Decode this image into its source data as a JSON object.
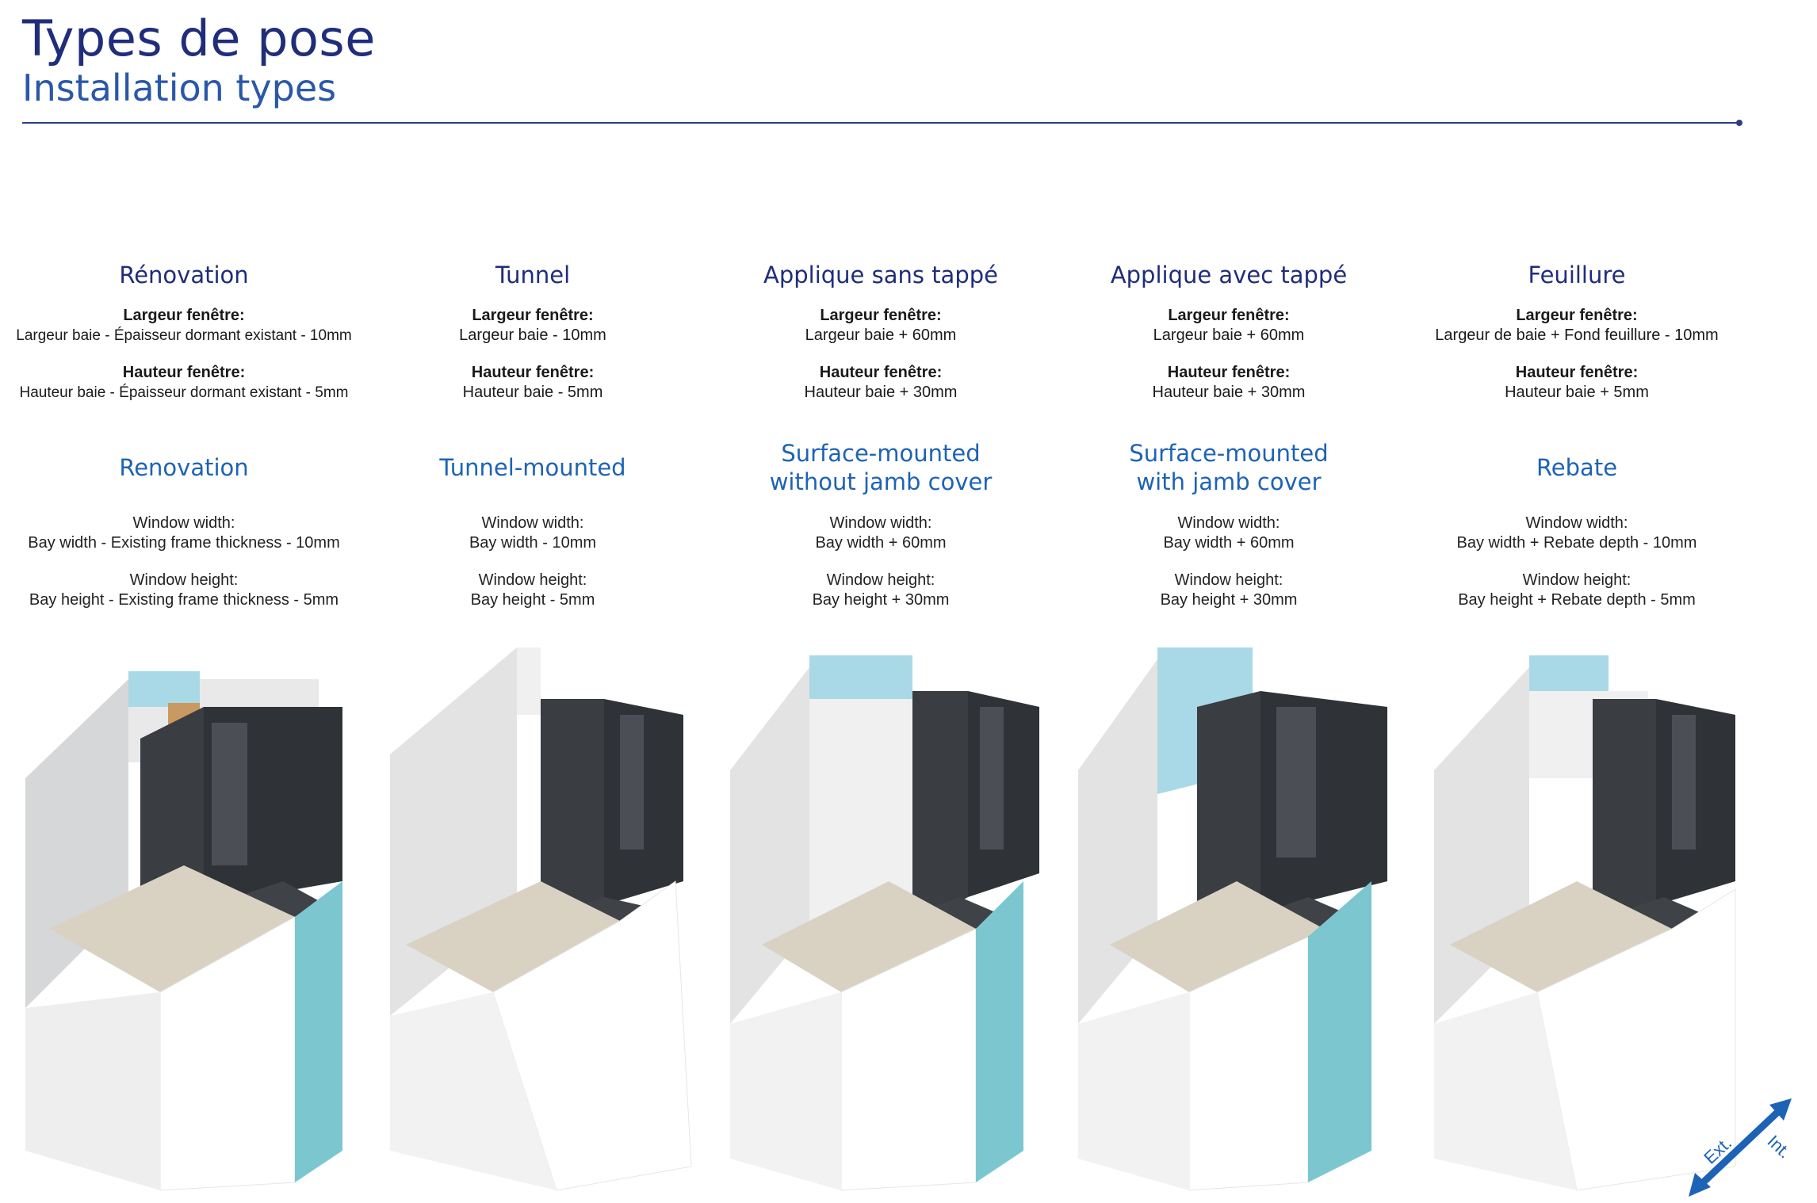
{
  "header": {
    "title": "Types de pose",
    "subtitle": "Installation types"
  },
  "columns": [
    {
      "fr_title": "Rénovation",
      "fr_width_label": "Largeur fenêtre:",
      "fr_width_formula": "Largeur baie - Épaisseur dormant existant - 10mm",
      "fr_height_label": "Hauteur fenêtre:",
      "fr_height_formula": "Hauteur baie - Épaisseur dormant existant - 5mm",
      "en_title_1": "Renovation",
      "en_title_2": "",
      "en_width_label": "Window width:",
      "en_width_formula": "Bay width - Existing frame thickness - 10mm",
      "en_height_label": "Window height:",
      "en_height_formula": "Bay height - Existing frame thickness - 5mm"
    },
    {
      "fr_title": "Tunnel",
      "fr_width_label": "Largeur fenêtre:",
      "fr_width_formula": "Largeur baie - 10mm",
      "fr_height_label": "Hauteur fenêtre:",
      "fr_height_formula": "Hauteur baie - 5mm",
      "en_title_1": "Tunnel-mounted",
      "en_title_2": "",
      "en_width_label": "Window width:",
      "en_width_formula": "Bay width - 10mm",
      "en_height_label": "Window height:",
      "en_height_formula": "Bay height - 5mm"
    },
    {
      "fr_title": "Applique sans tappé",
      "fr_width_label": "Largeur fenêtre:",
      "fr_width_formula": "Largeur baie + 60mm",
      "fr_height_label": "Hauteur fenêtre:",
      "fr_height_formula": "Hauteur baie + 30mm",
      "en_title_1": "Surface-mounted",
      "en_title_2": "without jamb cover",
      "en_width_label": "Window width:",
      "en_width_formula": "Bay width + 60mm",
      "en_height_label": "Window height:",
      "en_height_formula": "Bay height + 30mm"
    },
    {
      "fr_title": "Applique avec tappé",
      "fr_width_label": "Largeur fenêtre:",
      "fr_width_formula": "Largeur baie + 60mm",
      "fr_height_label": "Hauteur fenêtre:",
      "fr_height_formula": "Hauteur baie + 30mm",
      "en_title_1": "Surface-mounted",
      "en_title_2": "with jamb cover",
      "en_width_label": "Window width:",
      "en_width_formula": "Bay width + 60mm",
      "en_height_label": "Window height:",
      "en_height_formula": "Bay height + 30mm"
    },
    {
      "fr_title": "Feuillure",
      "fr_width_label": "Largeur fenêtre:",
      "fr_width_formula": "Largeur de baie + Fond feuillure - 10mm",
      "fr_height_label": "Hauteur fenêtre:",
      "fr_height_formula": "Hauteur baie + 5mm",
      "en_title_1": "Rebate",
      "en_title_2": "",
      "en_width_label": "Window width:",
      "en_width_formula": "Bay width + Rebate depth - 10mm",
      "en_height_label": "Window height:",
      "en_height_formula": "Bay height + Rebate depth - 5mm"
    }
  ],
  "axis": {
    "ext_label": "Ext.",
    "int_label": "Int."
  },
  "colors": {
    "title": "#1f2d7a",
    "accent": "#1d63b5",
    "frame": "#3a3d42",
    "insulation": "#a9d9e6",
    "stone": "#d9d2c3"
  }
}
